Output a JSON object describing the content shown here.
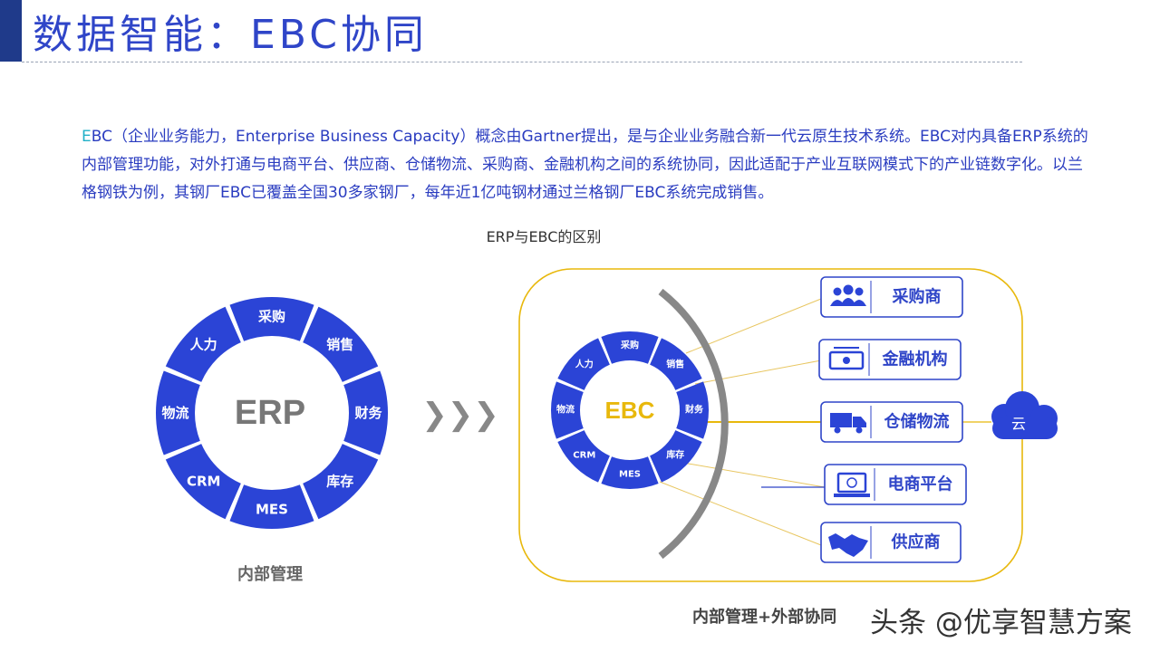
{
  "header": {
    "title": "数据智能：EBC协同"
  },
  "intro": {
    "first_letter": "E",
    "rest": "BC（企业业务能力，Enterprise Business Capacity）概念由Gartner提出，是与企业业务融合新一代云原生技术系统。EBC对内具备ERP系统的内部管理功能，对外打通与电商平台、供应商、仓储物流、采购商、金融机构之间的系统协同，因此适配于产业互联网模式下的产业链数字化。以兰格钢铁为例，其钢厂EBC已覆盖全国30多家钢厂，每年近1亿吨钢材通过兰格钢厂EBC系统完成销售。"
  },
  "diagram": {
    "caption": "ERP与EBC的区别",
    "arrow": "❯❯❯",
    "erp": {
      "center": "ERP",
      "segments": [
        "采购",
        "销售",
        "财务",
        "库存",
        "MES",
        "CRM",
        "物流",
        "人力"
      ],
      "caption": "内部管理"
    },
    "ebc": {
      "center": "EBC",
      "segments": [
        "采购",
        "销售",
        "财务",
        "库存",
        "MES",
        "CRM",
        "物流",
        "人力"
      ],
      "caption": "内部管理+外部协同"
    },
    "partners": [
      {
        "label": "采购商",
        "icon": "people-icon"
      },
      {
        "label": "金融机构",
        "icon": "money-icon"
      },
      {
        "label": "仓储物流",
        "icon": "truck-icon"
      },
      {
        "label": "电商平台",
        "icon": "laptop-icon"
      },
      {
        "label": "供应商",
        "icon": "handshake-icon"
      }
    ],
    "cloud": {
      "label": "云"
    }
  },
  "watermark": "头条 @优享智慧方案",
  "colors": {
    "primary": "#2f45c8",
    "ring": "#2b44d6",
    "gold": "#e8b80c",
    "arc": "#888888"
  }
}
